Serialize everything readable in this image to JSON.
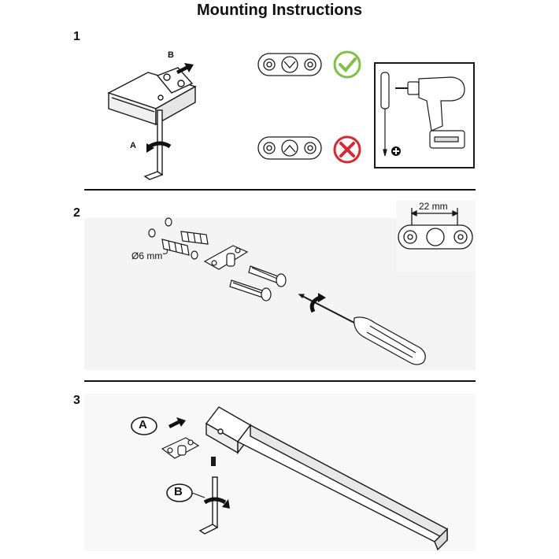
{
  "title": "Mounting Instructions",
  "steps": [
    {
      "number": "1",
      "labels": {
        "a": "A",
        "b": "B"
      }
    },
    {
      "number": "2",
      "dowel_diameter": "Ø6 mm",
      "spacing": "22 mm"
    },
    {
      "number": "3",
      "labels": {
        "a": "A",
        "b": "B"
      }
    }
  ],
  "colors": {
    "ok": "#7dc242",
    "bad": "#e0242d",
    "line": "#1a1a1a",
    "panel": "#f4f4f4"
  },
  "icons": [
    "allen-key-icon",
    "rotate-arrow-icon",
    "check-icon",
    "cross-icon",
    "screwdriver-icon",
    "drill-icon",
    "plus-icon"
  ]
}
